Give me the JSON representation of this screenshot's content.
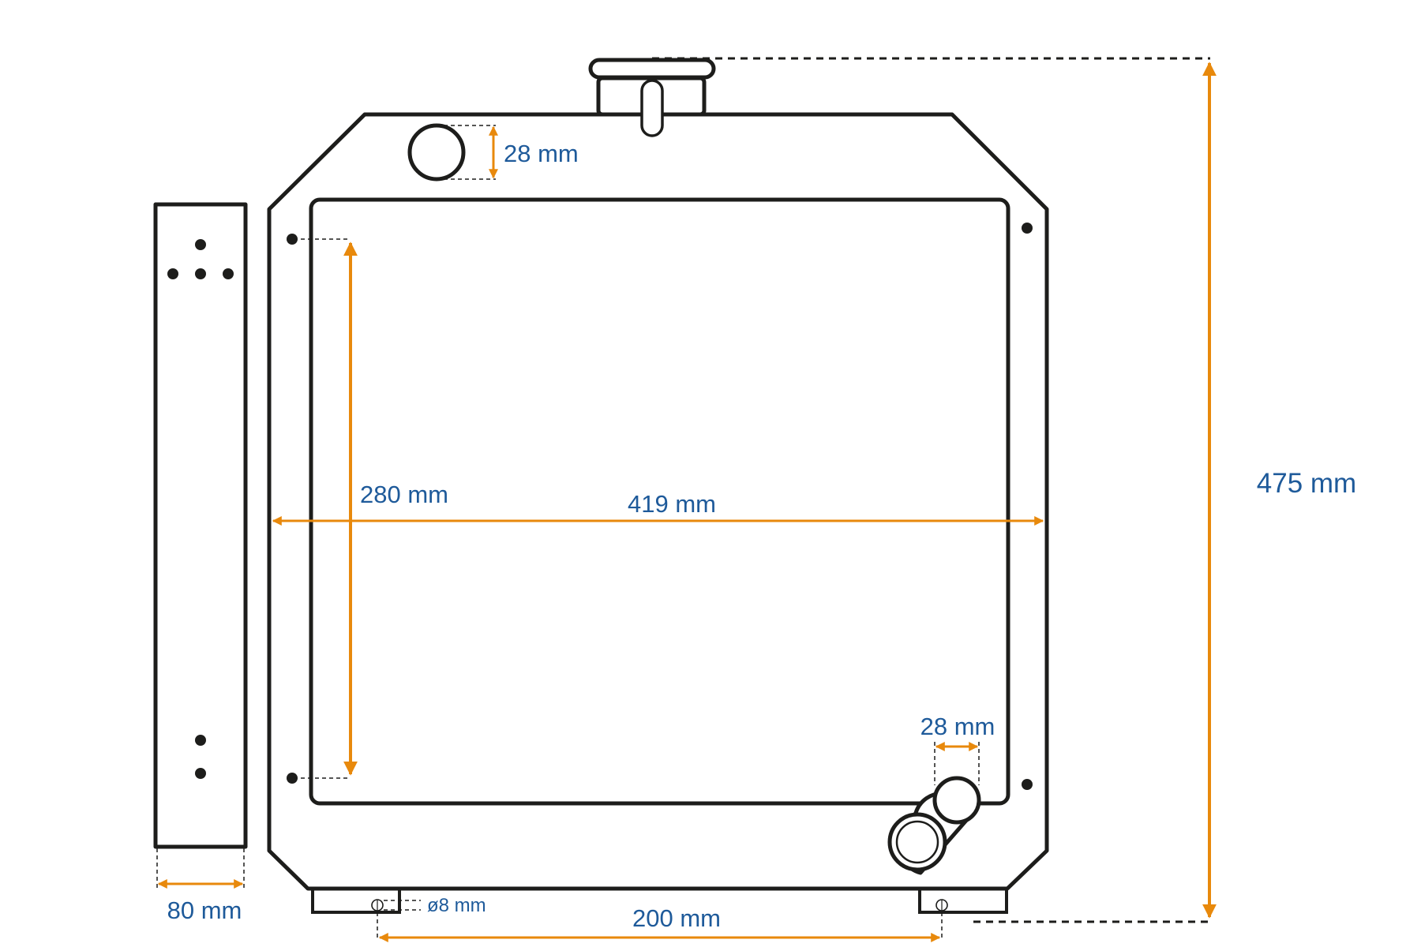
{
  "diagram": {
    "colors": {
      "outline": "#1d1d1b",
      "dimension_arrow": "#e8890c",
      "dimension_text": "#1e5a9a",
      "background": "#ffffff"
    },
    "components": [
      "radiator-body",
      "radiator-core",
      "filler-cap",
      "inlet-port",
      "outlet-pipe",
      "side-bracket",
      "mounting-feet"
    ],
    "dimensions": {
      "total_height": "475 mm",
      "width": "419 mm",
      "core_height": "280 mm",
      "inlet_diameter": "28 mm",
      "outlet_diameter": "28 mm",
      "bracket_width": "80 mm",
      "mount_spacing": "200 mm",
      "mount_hole": "ø8 mm"
    }
  }
}
